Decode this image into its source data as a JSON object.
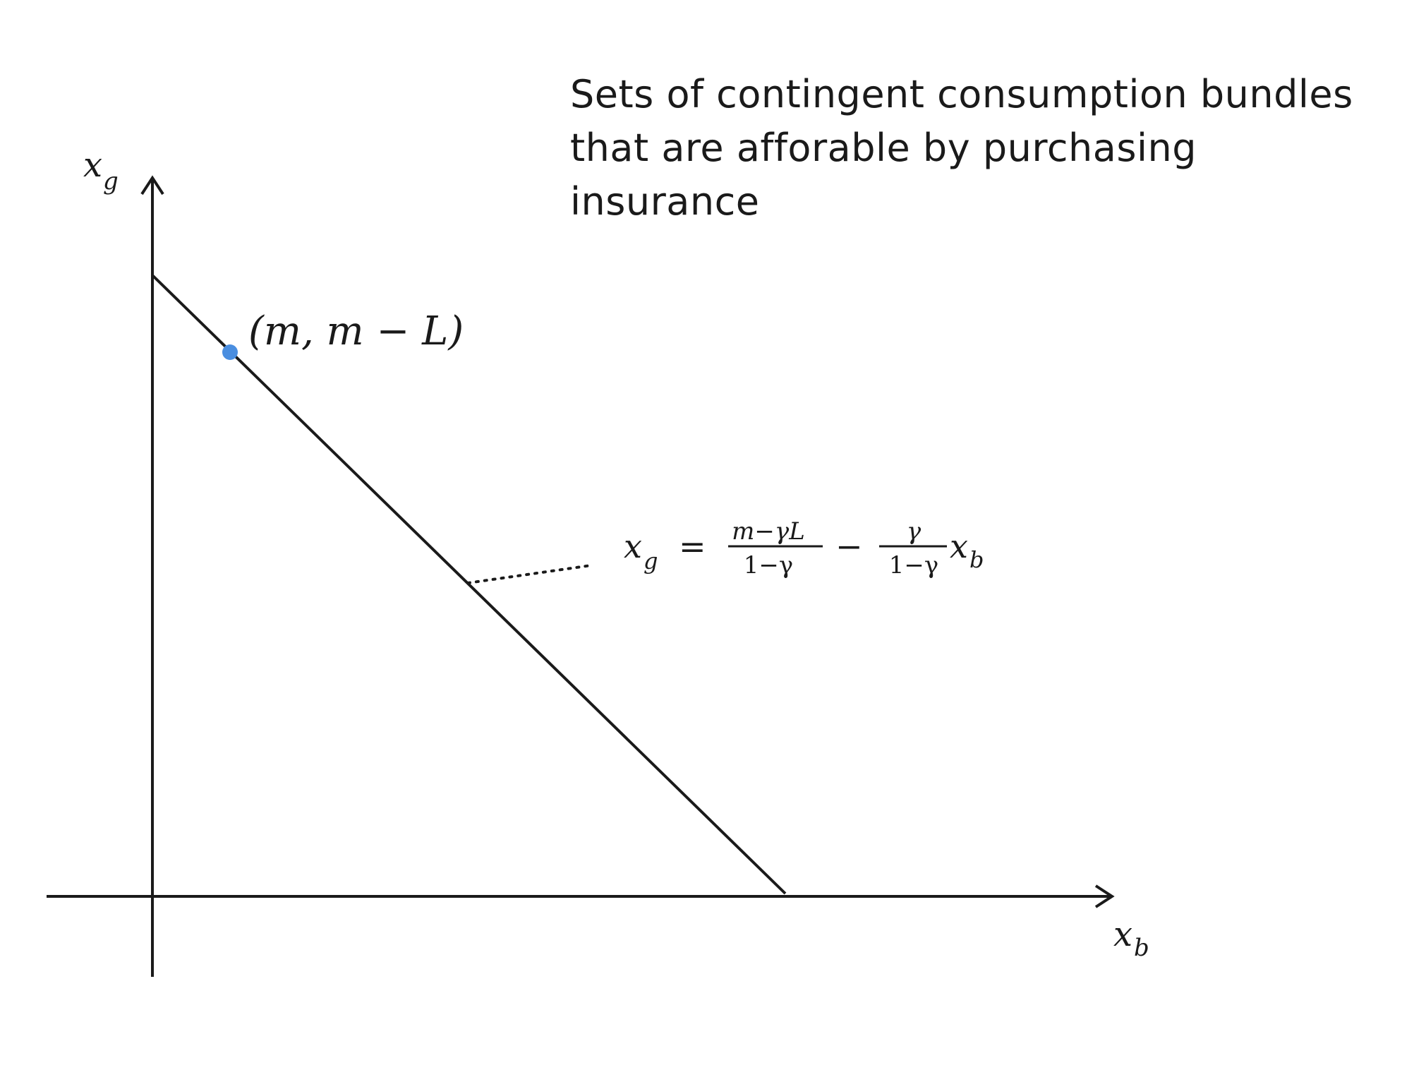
{
  "title": {
    "lines": [
      "Sets of contingent consumption bundles",
      "that are afforable by purchasing",
      "insurance"
    ]
  },
  "axes": {
    "x_label": {
      "main": "x",
      "sub": "b"
    },
    "y_label": {
      "main": "x",
      "sub": "g"
    }
  },
  "point": {
    "label": "(m, m − L)",
    "color": "#4a8ee0"
  },
  "equation": {
    "lhs_main": "x",
    "lhs_sub": "g",
    "equals": "=",
    "frac1_num": "m−γL",
    "frac1_den": "1−γ",
    "minus": "−",
    "frac2_num": "γ",
    "frac2_den": "1−γ",
    "rhs_var_main": "x",
    "rhs_var_sub": "b"
  },
  "colors": {
    "line": "#1a1a1a",
    "point": "#4a8ee0"
  }
}
